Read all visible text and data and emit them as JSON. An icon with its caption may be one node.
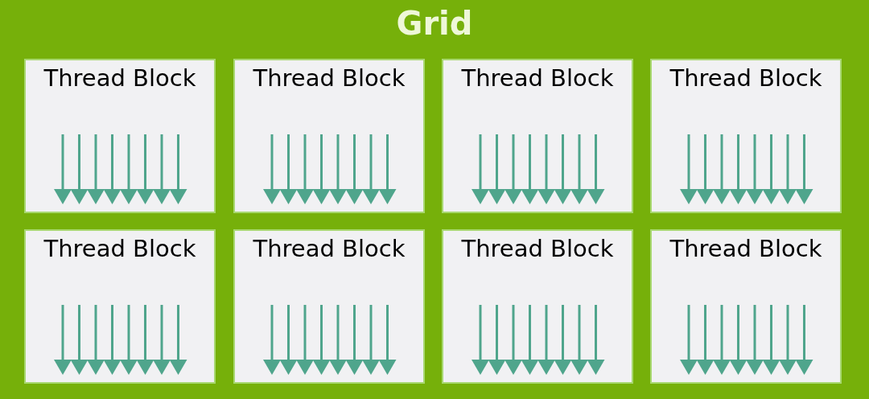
{
  "diagram": {
    "nodes": [
      {
        "text": [
          "Grid"
        ]
      },
      {
        "text": [
          "Thread Block"
        ],
        "in": 0
      },
      {
        "text": [
          "Thread Block"
        ],
        "in": 0
      },
      {
        "text": [
          "Thread Block"
        ],
        "in": 0
      },
      {
        "text": [
          "Thread Block"
        ],
        "in": 0
      },
      {
        "text": [
          "Thread Block"
        ],
        "in": 0
      },
      {
        "text": [
          "Thread Block"
        ],
        "in": 0
      },
      {
        "text": [
          "Thread Block"
        ],
        "in": 0
      },
      {
        "text": [
          "Thread Block"
        ],
        "in": 0
      }
    ]
  }
}
